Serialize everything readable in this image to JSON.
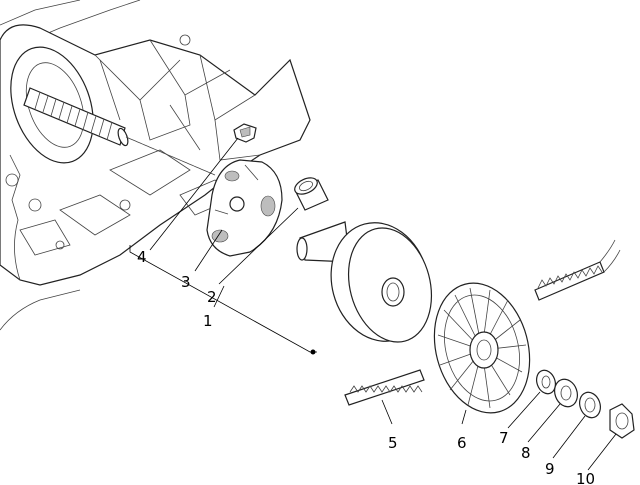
{
  "callouts": {
    "c1": "1",
    "c2": "2",
    "c3": "3",
    "c4": "4",
    "c5": "5",
    "c6": "6",
    "c7": "7",
    "c8": "8",
    "c9": "9",
    "c10": "10"
  },
  "parts": [
    {
      "callout": "1",
      "depicts": "variator-pulley-assembly-bracket"
    },
    {
      "callout": "2",
      "depicts": "spacer-bushing"
    },
    {
      "callout": "3",
      "depicts": "roller-contrast-plate"
    },
    {
      "callout": "4",
      "depicts": "slider-guide"
    },
    {
      "callout": "5",
      "depicts": "drive-belt-segment"
    },
    {
      "callout": "6",
      "depicts": "fan-half-pulley"
    },
    {
      "callout": "7",
      "depicts": "washer"
    },
    {
      "callout": "8",
      "depicts": "washer"
    },
    {
      "callout": "9",
      "depicts": "washer"
    },
    {
      "callout": "10",
      "depicts": "nut"
    }
  ]
}
